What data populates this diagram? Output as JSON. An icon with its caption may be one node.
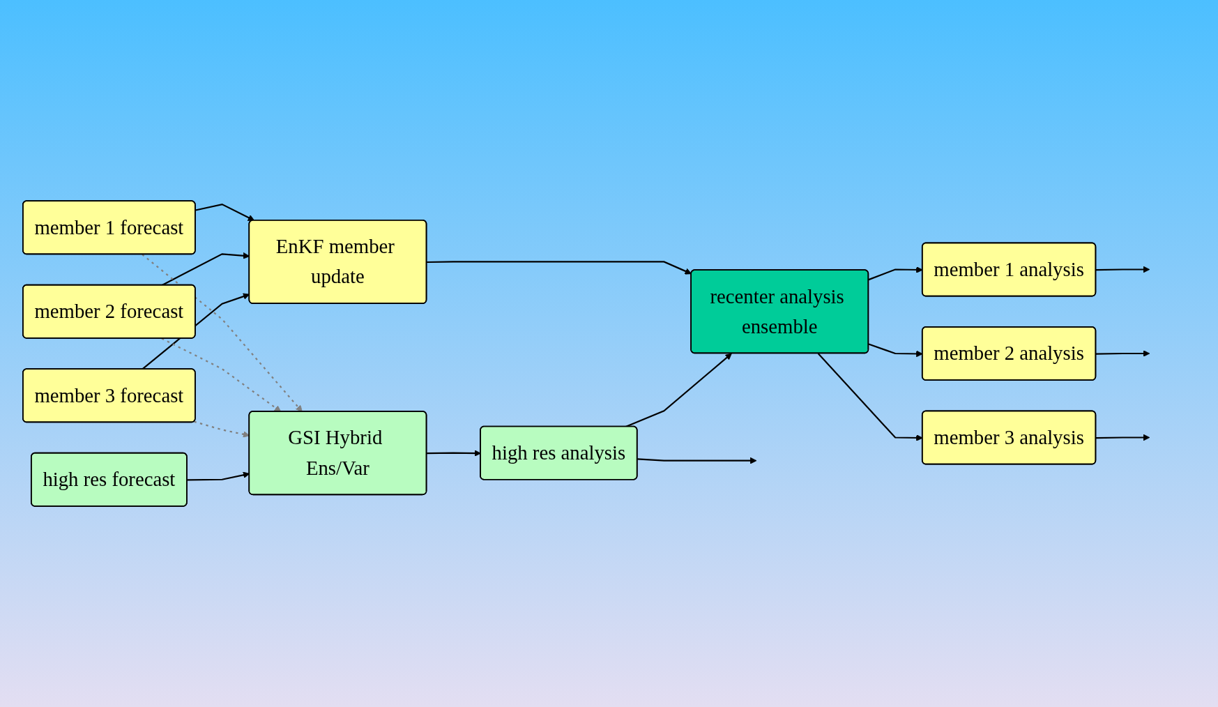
{
  "diagram": {
    "nodes": [
      {
        "text": [
          "member 1 forecast"
        ]
      },
      {
        "text": [
          "member 2 forecast"
        ]
      },
      {
        "text": [
          "member 3 forecast"
        ]
      },
      {
        "text": [
          "EnKF member update"
        ]
      },
      {
        "text": [
          "recenter analysis ensemble"
        ]
      },
      {
        "text": [
          "member 1 analysis"
        ]
      },
      {
        "text": [
          "member 2 analysis"
        ]
      },
      {
        "text": [
          "member 3 analysis"
        ]
      },
      {
        "text": [
          "high res forecast"
        ]
      },
      {
        "text": [
          "GSI Hybrid Ens/Var"
        ]
      },
      {
        "text": [
          "high res analysis"
        ]
      }
    ],
    "edges": [
      {
        "from": 0,
        "to": 3,
        "arrow": "to"
      },
      {
        "from": 1,
        "to": 3,
        "arrow": "to"
      },
      {
        "from": 2,
        "to": 3,
        "arrow": "to"
      },
      {
        "from": 0,
        "to": 9,
        "arrow": "to",
        "style": "dashed",
        "color": "#808080"
      },
      {
        "from": 1,
        "to": 9,
        "arrow": "to",
        "style": "dashed",
        "color": "#808080"
      },
      {
        "from": 2,
        "to": 9,
        "arrow": "to",
        "style": "dashed",
        "color": "#808080"
      },
      {
        "from": 3,
        "to": 4,
        "arrow": "to"
      },
      {
        "from": 4,
        "to": 5,
        "arrow": "to"
      },
      {
        "from": 4,
        "to": 6,
        "arrow": "to"
      },
      {
        "from": 4,
        "to": 7,
        "arrow": "to"
      },
      {
        "from": 5,
        "to": null,
        "arrow": "to"
      },
      {
        "from": 6,
        "to": null,
        "arrow": "to"
      },
      {
        "from": 7,
        "to": null,
        "arrow": "to"
      },
      {
        "from": 8,
        "to": 9,
        "arrow": "to"
      },
      {
        "from": 9,
        "to": 10,
        "arrow": "to"
      },
      {
        "from": 10,
        "to": 4,
        "arrow": "to"
      },
      {
        "from": 10,
        "to": null,
        "arrow": "to"
      }
    ]
  }
}
